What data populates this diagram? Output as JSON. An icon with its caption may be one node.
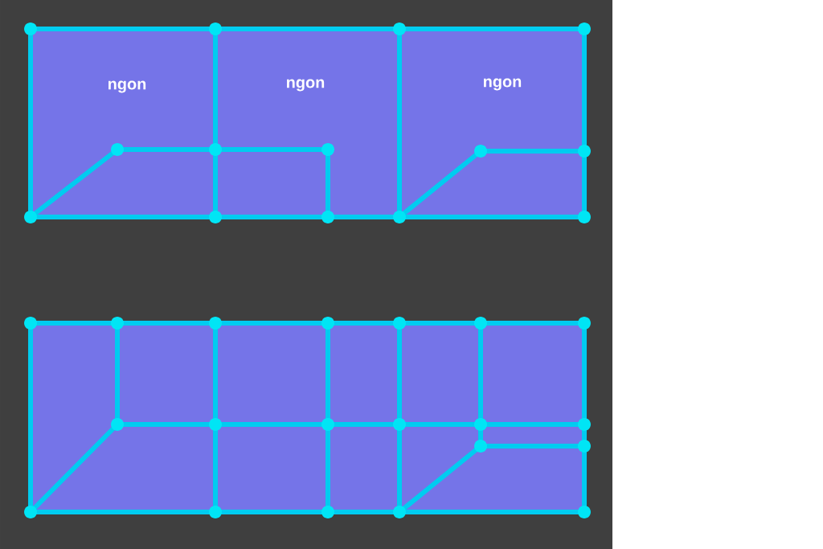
{
  "diagram": {
    "labels": [
      "ngon",
      "ngon",
      "ngon"
    ]
  }
}
